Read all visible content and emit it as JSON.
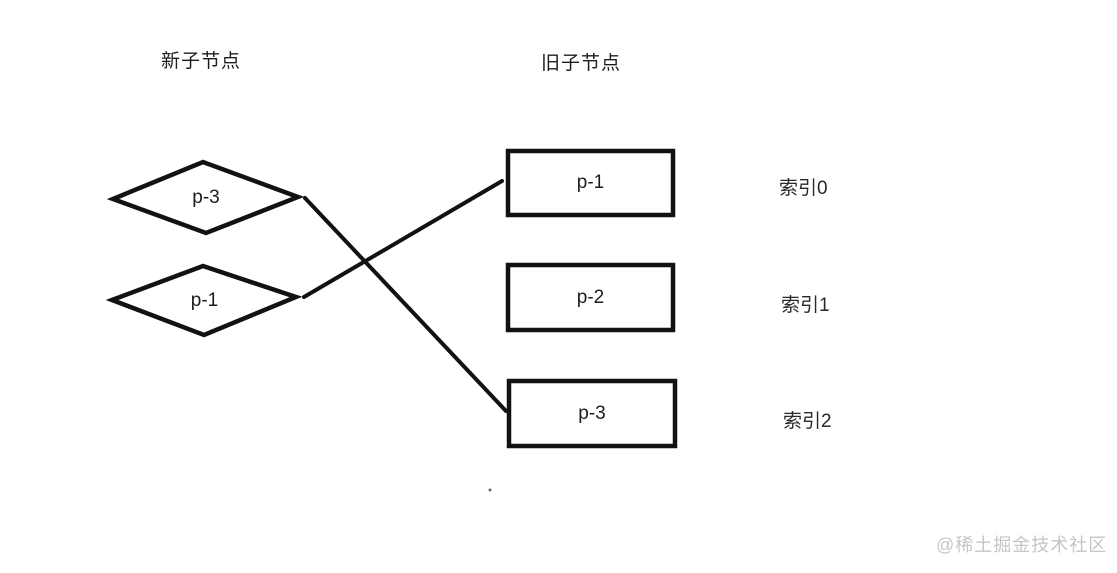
{
  "diagram": {
    "title_new": "新子节点",
    "title_old": "旧子节点",
    "new_nodes": [
      {
        "label": "p-3",
        "shape": "diamond"
      },
      {
        "label": "p-1",
        "shape": "diamond"
      }
    ],
    "old_nodes": [
      {
        "label": "p-1",
        "shape": "rectangle",
        "index_label": "索引0"
      },
      {
        "label": "p-2",
        "shape": "rectangle",
        "index_label": "索引1"
      },
      {
        "label": "p-3",
        "shape": "rectangle",
        "index_label": "索引2"
      }
    ],
    "connections": [
      {
        "from": "new:p-3",
        "to": "old:p-3"
      },
      {
        "from": "new:p-1",
        "to": "old:p-1"
      }
    ]
  },
  "watermark": {
    "text": "@稀土掘金技术社区"
  },
  "colors": {
    "background": "#ffffff",
    "stroke": "#121212",
    "text": "#1d1d1d",
    "watermark": "#c5c5c5"
  }
}
